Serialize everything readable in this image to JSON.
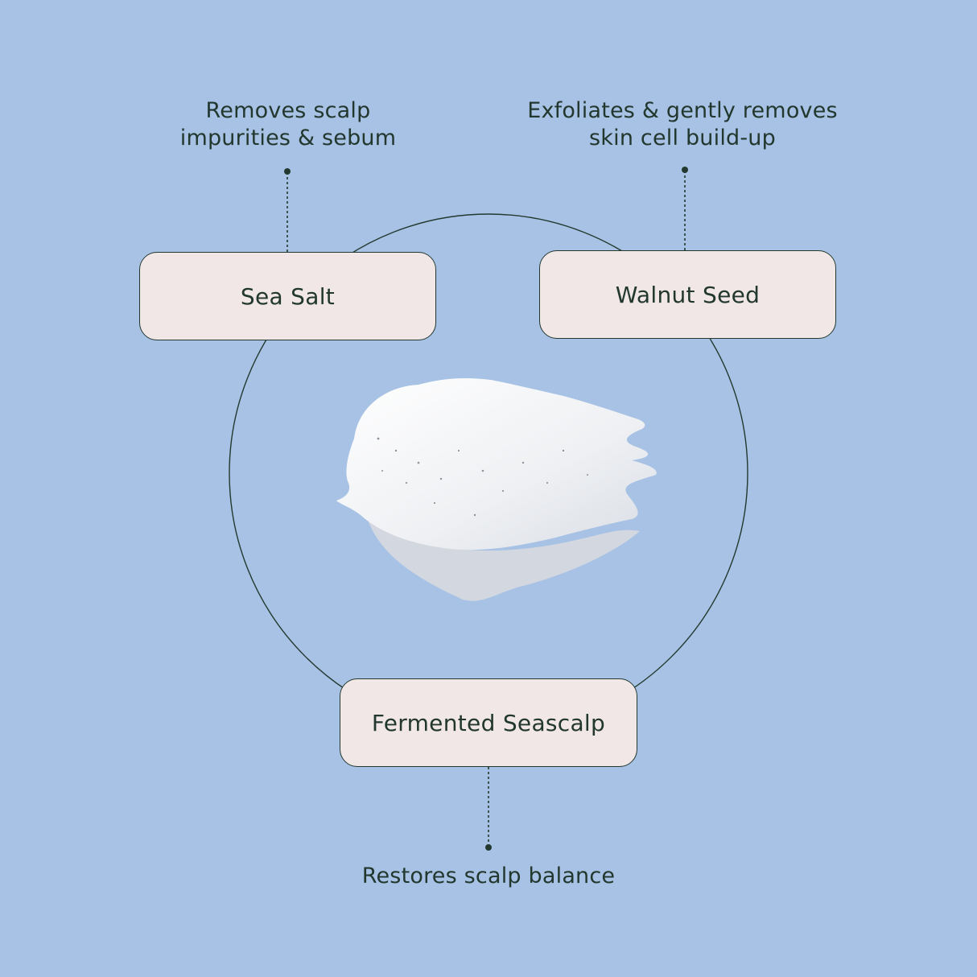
{
  "colors": {
    "background": "#a7c2e4",
    "box_fill": "#f1e7e7",
    "ink": "#22372e"
  },
  "ingredients": [
    {
      "name": "Sea Salt",
      "benefit_lines": [
        "Removes scalp",
        "impurities & sebum"
      ]
    },
    {
      "name": "Walnut Seed",
      "benefit_lines": [
        "Exfoliates & gently removes",
        "skin cell build-up"
      ]
    },
    {
      "name": "Fermented Seascalp",
      "benefit_lines": [
        "Restores scalp balance"
      ]
    }
  ]
}
